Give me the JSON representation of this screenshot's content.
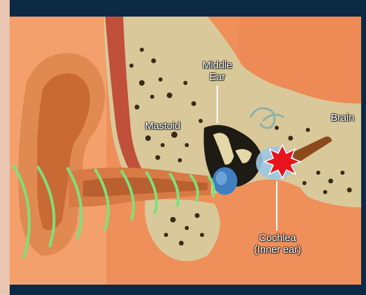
{
  "labels": {
    "middle_ear_line1": "Middle",
    "middle_ear_line2": "Ear",
    "mastoid": "Mastoid",
    "brain": "Brain",
    "cochlea_line1": "Cochlea",
    "cochlea_line2": "(Inner ear)"
  },
  "colors": {
    "background": "#0c2a44",
    "tissue": "#f0915c",
    "bone": "#d9c99a",
    "bone_pores": "#3a2a18",
    "sound_waves": "#7fe07a",
    "eardrum": "#3f7fbf",
    "damage_burst": "#e8141c",
    "pointer_lines": "#ffffff"
  },
  "icons": {
    "damage_marker": "red-starburst-icon",
    "sound": "sound-wave-arcs-icon"
  }
}
